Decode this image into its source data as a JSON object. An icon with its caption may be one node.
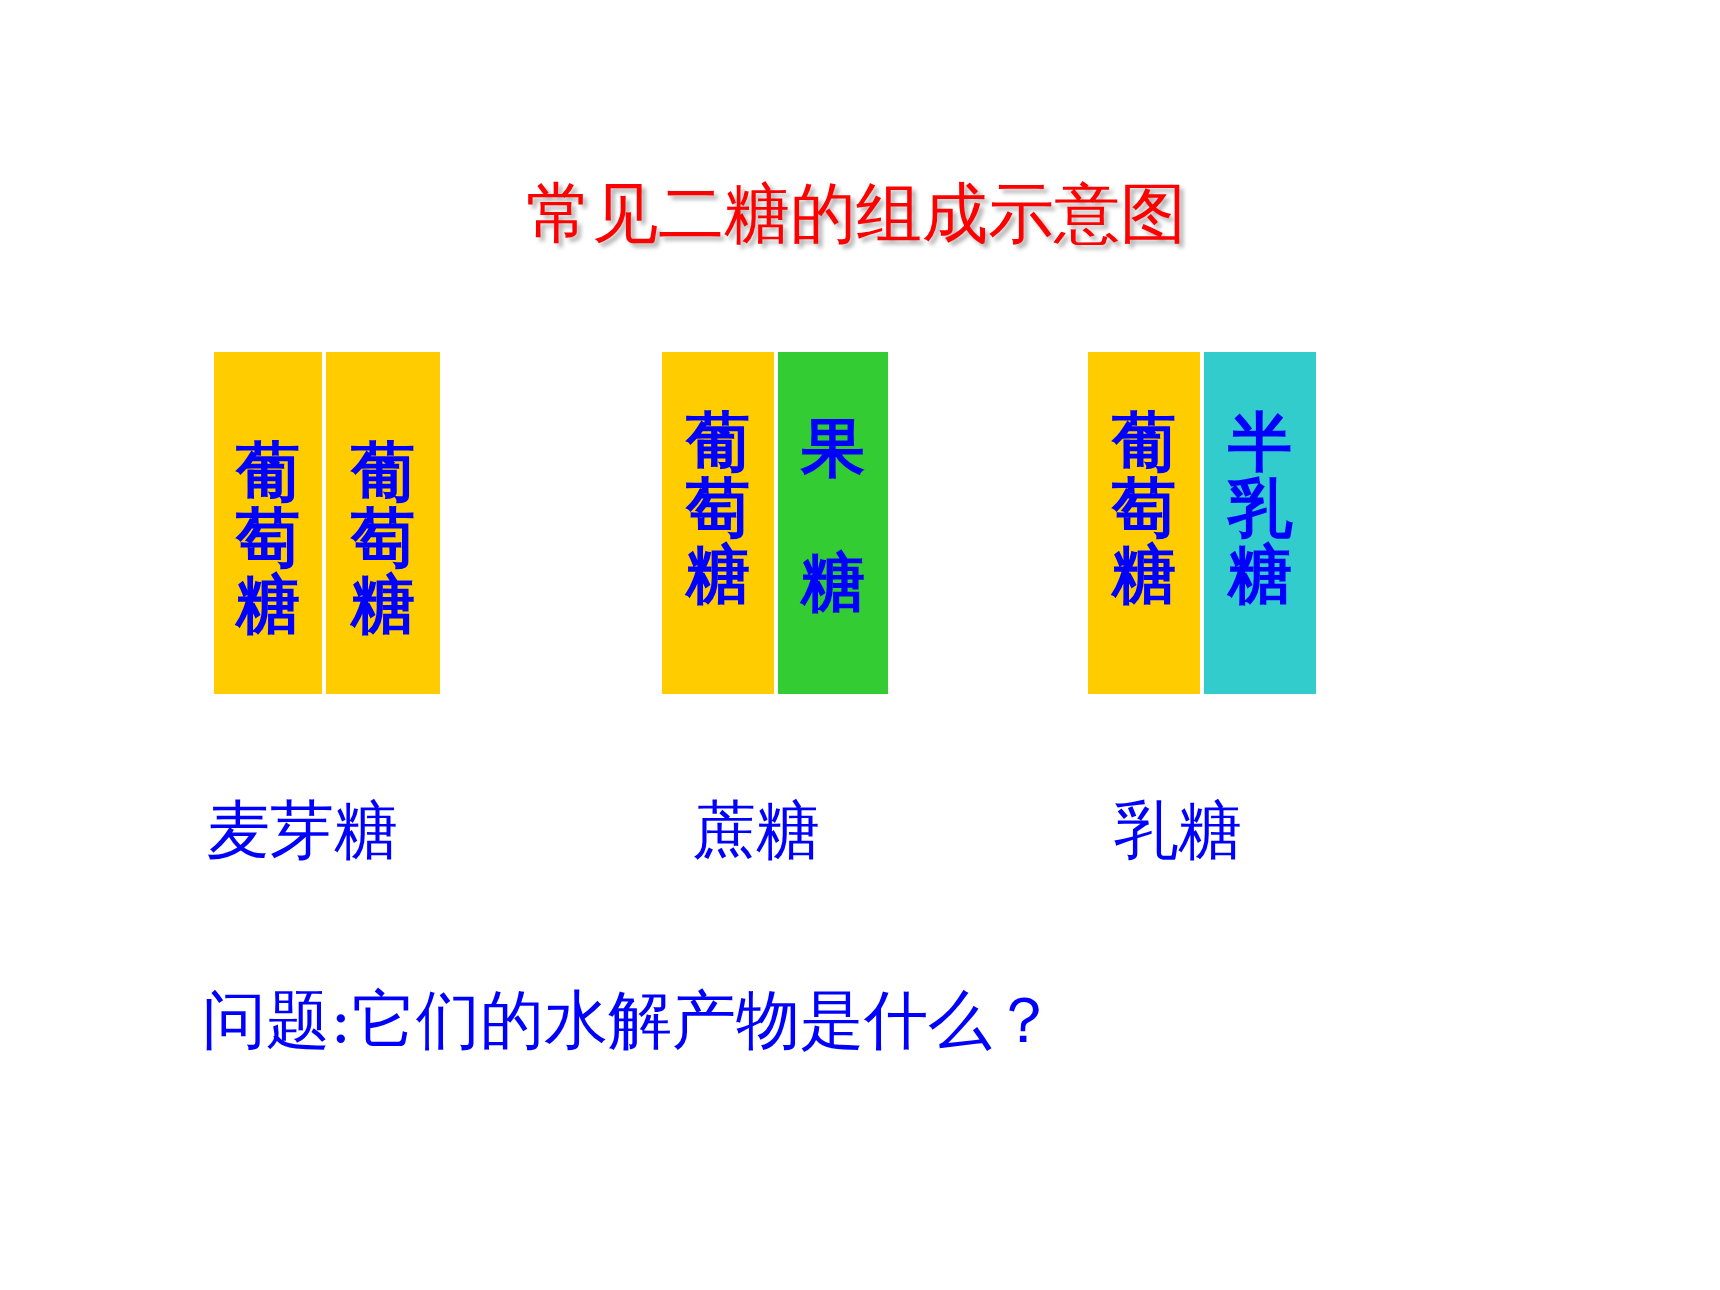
{
  "diagram": {
    "title": "常见二糖的组成示意图",
    "nodes": [
      {
        "text": [
          "葡萄糖"
        ]
      },
      {
        "text": [
          "葡萄糖"
        ]
      },
      {
        "text": [
          "葡萄糖"
        ]
      },
      {
        "text": [
          "果糖"
        ]
      },
      {
        "text": [
          "葡萄糖"
        ]
      },
      {
        "text": [
          "半乳糖"
        ]
      }
    ],
    "labels": [
      "麦芽糖",
      "蔗糖",
      "乳糖",
      "问题:它们的水解产物是什么？"
    ]
  }
}
